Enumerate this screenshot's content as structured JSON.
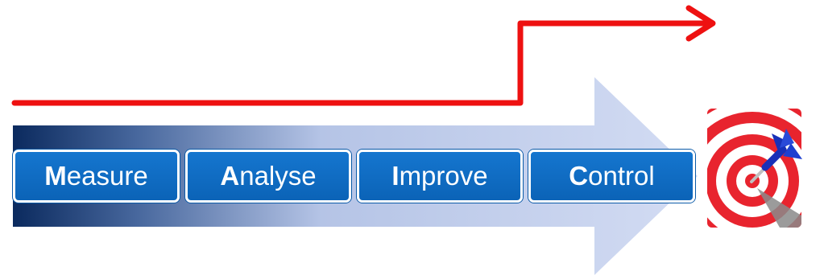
{
  "phases": [
    {
      "initial": "M",
      "rest": "easure"
    },
    {
      "initial": "A",
      "rest": "nalyse"
    },
    {
      "initial": "I",
      "rest": "mprove"
    },
    {
      "initial": "C",
      "rest": "ontrol"
    }
  ],
  "colors": {
    "arrow_dark": "#0b2a5e",
    "arrow_light": "#cfd9f1",
    "box_fill": "#0e67bd",
    "step_line": "#ee1111",
    "target_red": "#e8242e",
    "dart_blue": "#1730b8"
  },
  "icons": {
    "target": "target-with-dart-icon"
  }
}
